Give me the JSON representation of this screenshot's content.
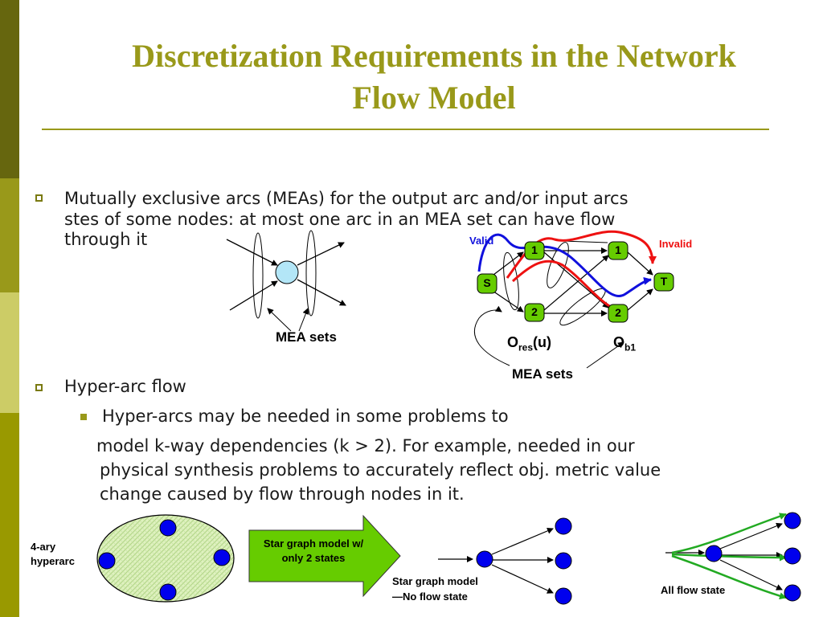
{
  "slide": {
    "title_line1": "Discretization Requirements in the Network",
    "title_line2": "Flow Model"
  },
  "bullets": {
    "mea_line1": "Mutually exclusive arcs (MEAs) for the output arc and/or input arcs",
    "mea_line2": "stes of some nodes: at most one arc in an MEA set can have flow",
    "mea_line3": "through it",
    "hyper": "Hyper-arc flow",
    "sub_line1": "Hyper-arcs may be needed in some problems to",
    "sub_line2": "model k-way dependencies (k > 2). For example, needed in our",
    "sub_line3": "physical synthesis problems to accurately reflect obj. metric value",
    "sub_line4": "change caused by flow through nodes in it."
  },
  "diagram_left": {
    "mea_label": "MEA sets"
  },
  "diagram_right": {
    "valid_label": "Valid",
    "invalid_label": "Invalid",
    "node_s": "S",
    "node_t": "T",
    "node_1a": "1",
    "node_2a": "2",
    "node_1b": "1",
    "node_2b": "2",
    "o_res_main": "O",
    "o_res_sub": "res",
    "o_res_arg": "(u)",
    "o_b_main": "O",
    "o_b_sub": "b1",
    "mea_label": "MEA sets"
  },
  "bottom": {
    "hyperarc_line1": "4-ary",
    "hyperarc_line2": "hyperarc",
    "arrow_line1": "Star graph model w/",
    "arrow_line2": "only 2 states",
    "star_line1": "Star graph model",
    "star_line2": "—No  flow state",
    "allflow": "All flow state"
  },
  "colors": {
    "title": "#99991a",
    "node_green": "#66cc00",
    "node_blue": "#0000ee",
    "valid_blue": "#1010dd",
    "invalid_red": "#ee1111",
    "arrow_green": "#66cc00",
    "flow_green": "#22aa22"
  }
}
